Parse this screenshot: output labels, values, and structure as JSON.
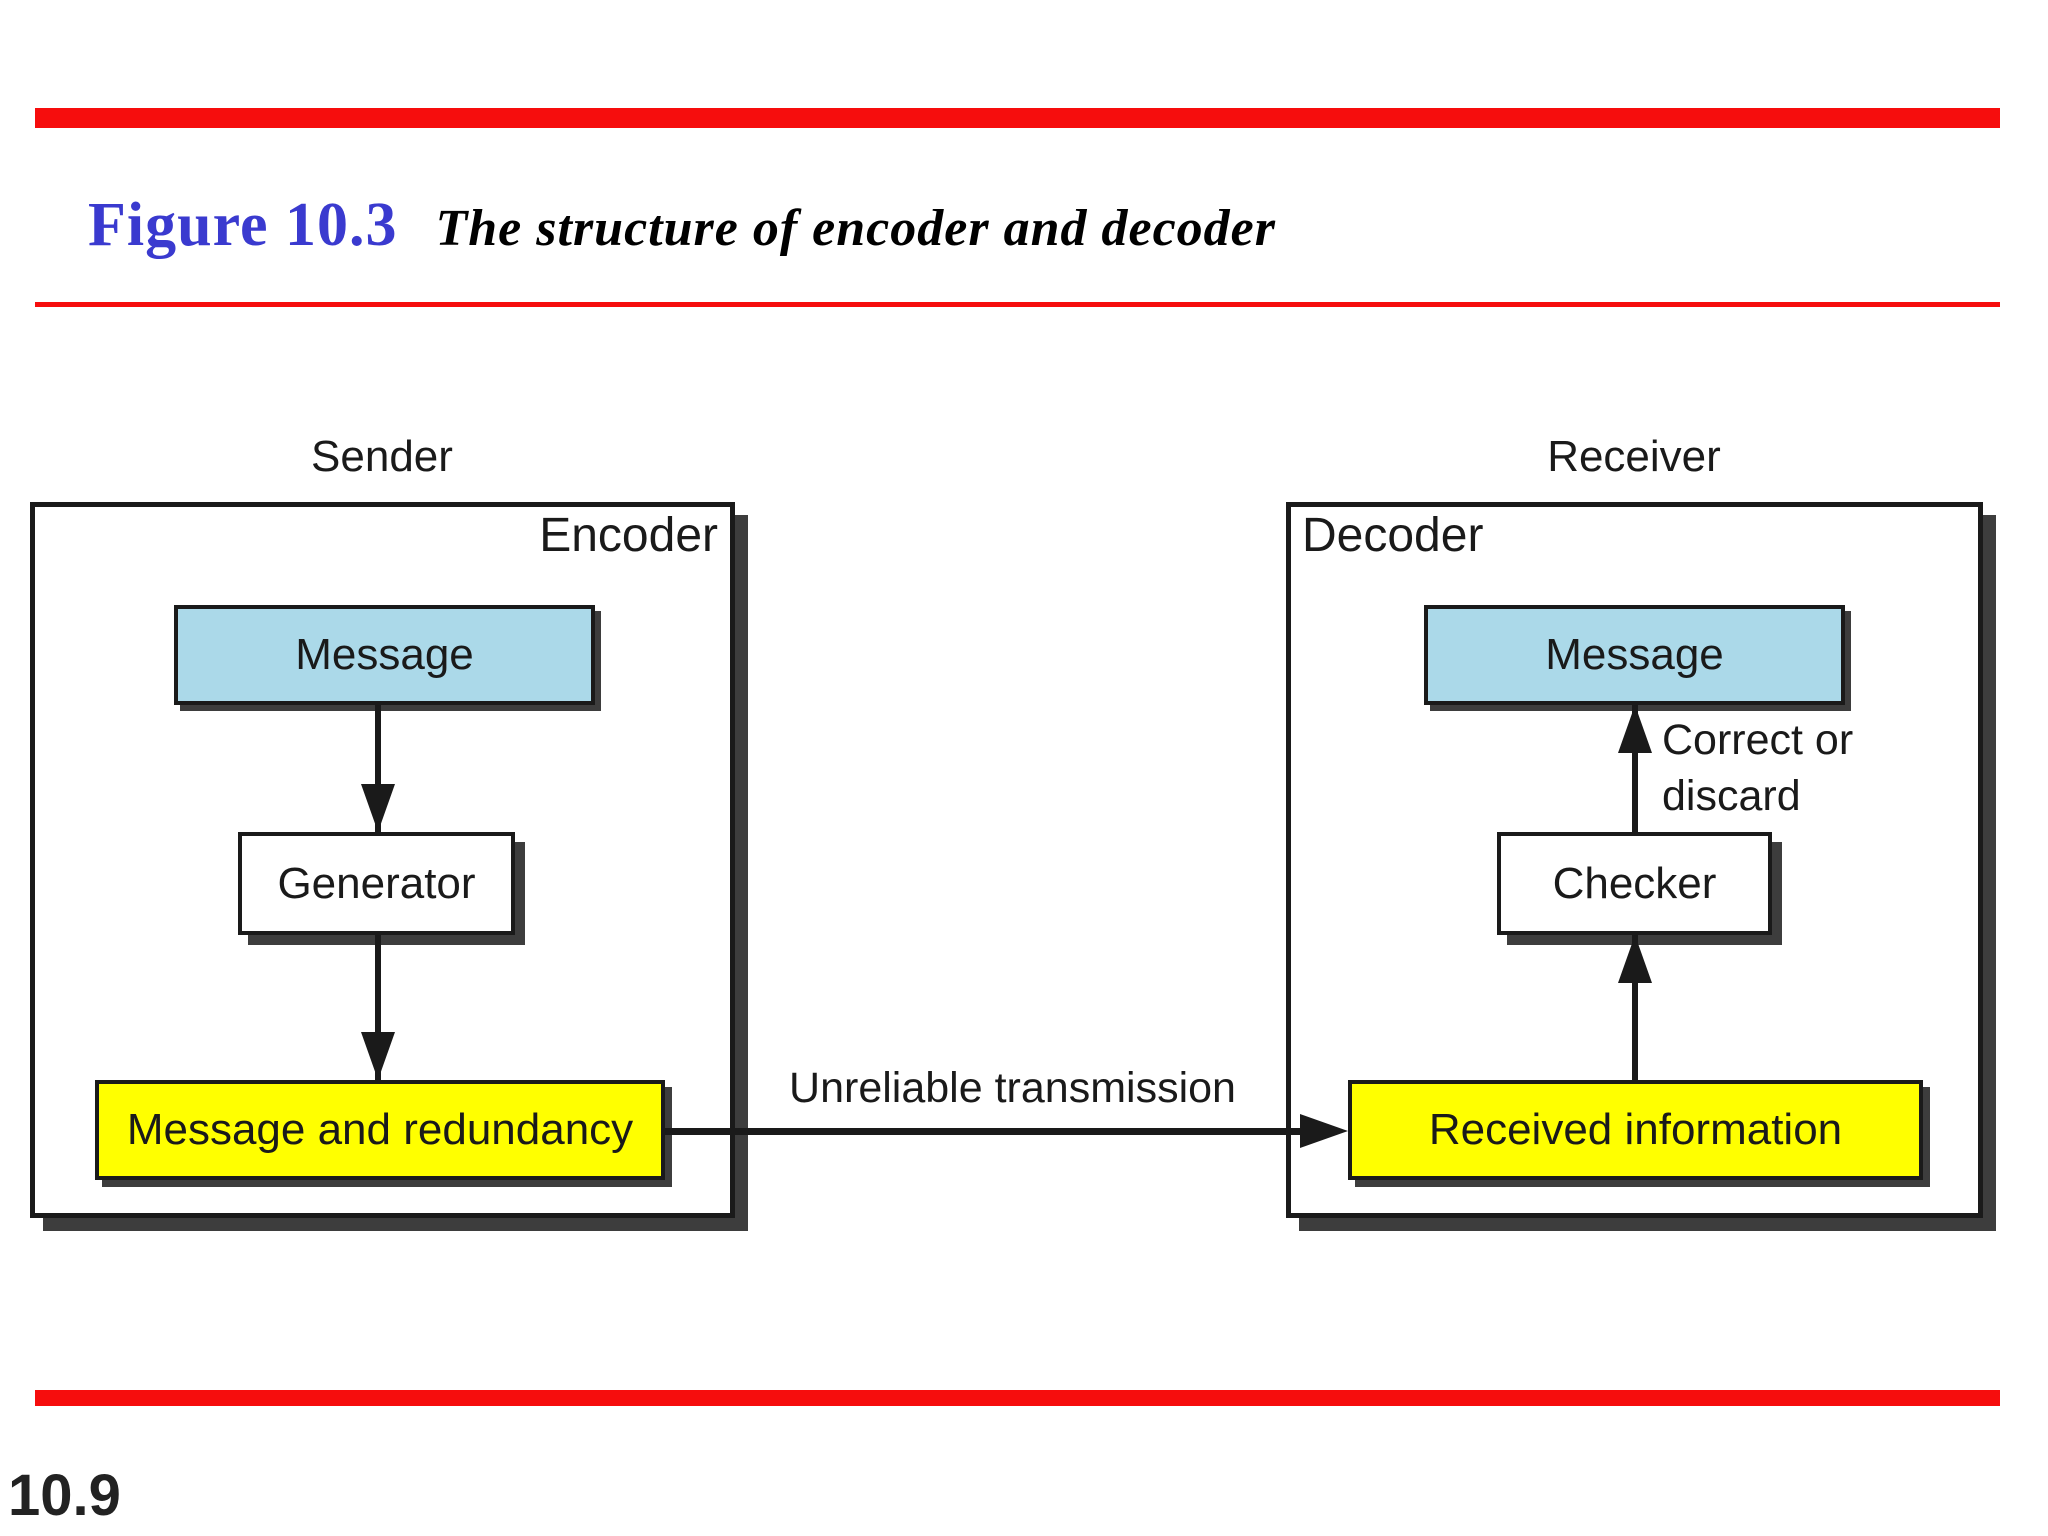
{
  "header": {
    "figure_label": "Figure 10.3",
    "figure_caption": "The structure of encoder and decoder"
  },
  "diagram": {
    "sender_label": "Sender",
    "receiver_label": "Receiver",
    "encoder_panel_label": "Encoder",
    "decoder_panel_label": "Decoder",
    "nodes": {
      "sender_message": "Message",
      "generator": "Generator",
      "message_redundancy": "Message and redundancy",
      "receiver_message": "Message",
      "checker": "Checker",
      "received_information": "Received information"
    },
    "transmission_label": "Unreliable transmission",
    "checker_result_line1": "Correct or",
    "checker_result_line2": "discard"
  },
  "footer": {
    "page_number": "10.9"
  },
  "colors": {
    "accent_red": "#f60d0d",
    "title_blue": "#3a3acf",
    "node_blue_fill": "#abd9e9",
    "node_yellow_fill": "#ffff00",
    "line_ink": "#1a1a1a",
    "shadow_gray": "#3d3d3d"
  }
}
